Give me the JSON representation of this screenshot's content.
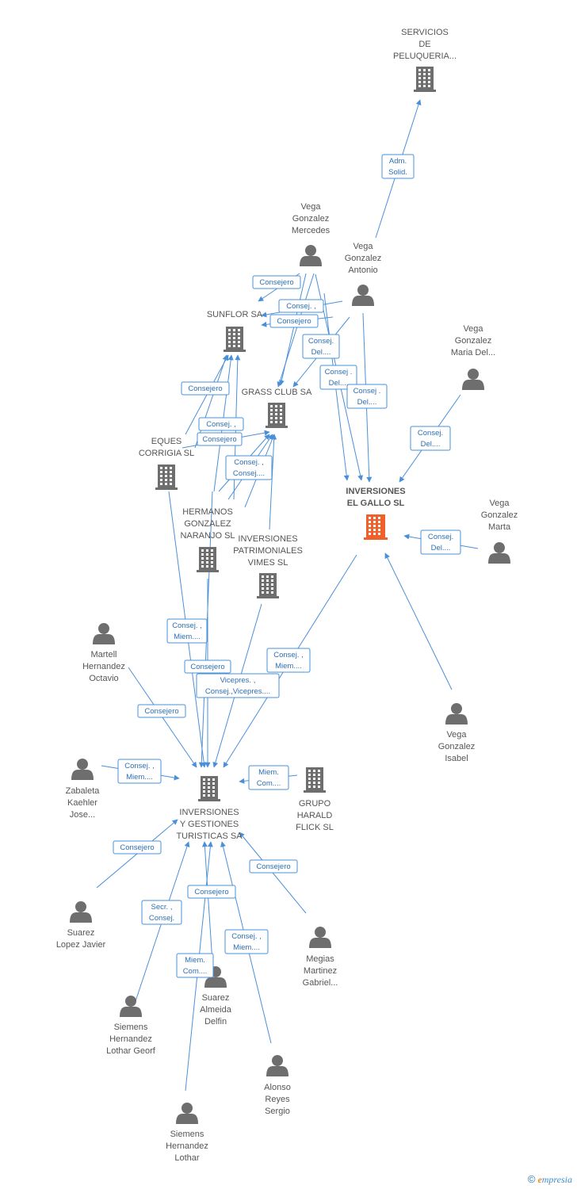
{
  "colors": {
    "building": "#6e6e6e",
    "focus_building": "#f0602a",
    "person": "#6e6e6e",
    "edge": "#4a90d9"
  },
  "nodes": [
    {
      "id": "servicios",
      "type": "company",
      "label": [
        "SERVICIOS",
        "DE",
        "PELUQUERIA..."
      ]
    },
    {
      "id": "vega_mercedes",
      "type": "person",
      "label": [
        "Vega",
        "Gonzalez",
        "Mercedes"
      ]
    },
    {
      "id": "vega_antonio",
      "type": "person",
      "label": [
        "Vega",
        "Gonzalez",
        "Antonio"
      ]
    },
    {
      "id": "sunflor",
      "type": "company",
      "label": [
        "SUNFLOR SA"
      ]
    },
    {
      "id": "vega_maria",
      "type": "person",
      "label": [
        "Vega",
        "Gonzalez",
        "Maria Del..."
      ]
    },
    {
      "id": "grass",
      "type": "company",
      "label": [
        "GRASS CLUB SA"
      ]
    },
    {
      "id": "eques",
      "type": "company",
      "label": [
        "EQUES",
        "CORRIGIA SL"
      ]
    },
    {
      "id": "gallo",
      "type": "focus",
      "label": [
        "INVERSIONES",
        "EL GALLO SL"
      ]
    },
    {
      "id": "vega_marta",
      "type": "person",
      "label": [
        "Vega",
        "Gonzalez",
        "Marta"
      ]
    },
    {
      "id": "hermanos",
      "type": "company",
      "label": [
        "HERMANOS",
        "GONZALEZ",
        "NARANJO  SL"
      ]
    },
    {
      "id": "patrimoniales",
      "type": "company",
      "label": [
        "INVERSIONES",
        "PATRIMONIALES",
        "VIMES SL"
      ]
    },
    {
      "id": "martell",
      "type": "person",
      "label": [
        "Martell",
        "Hernandez",
        "Octavio"
      ]
    },
    {
      "id": "vega_isabel",
      "type": "person",
      "label": [
        "Vega",
        "Gonzalez",
        "Isabel"
      ]
    },
    {
      "id": "zabaleta",
      "type": "person",
      "label": [
        "Zabaleta",
        "Kaehler",
        "Jose..."
      ]
    },
    {
      "id": "turisticas",
      "type": "company",
      "label": [
        "INVERSIONES",
        "Y GESTIONES",
        "TURISTICAS SA"
      ]
    },
    {
      "id": "harald",
      "type": "company",
      "label": [
        "GRUPO",
        "HARALD",
        "FLICK SL"
      ]
    },
    {
      "id": "suarez_javier",
      "type": "person",
      "label": [
        "Suarez",
        "Lopez Javier"
      ]
    },
    {
      "id": "megias",
      "type": "person",
      "label": [
        "Megias",
        "Martinez",
        "Gabriel..."
      ]
    },
    {
      "id": "suarez_delfin",
      "type": "person",
      "label": [
        "Suarez",
        "Almeida",
        "Delfin"
      ]
    },
    {
      "id": "siemens_georf",
      "type": "person",
      "label": [
        "Siemens",
        "Hernandez",
        "Lothar Georf"
      ]
    },
    {
      "id": "alonso",
      "type": "person",
      "label": [
        "Alonso",
        "Reyes",
        "Sergio"
      ]
    },
    {
      "id": "siemens_lothar",
      "type": "person",
      "label": [
        "Siemens",
        "Hernandez",
        "Lothar"
      ]
    }
  ],
  "edges": [
    {
      "label": [
        "Adm.",
        "Solid."
      ]
    },
    {
      "label": [
        "Consejero"
      ]
    },
    {
      "label": [
        "Consej. ,"
      ]
    },
    {
      "label": [
        "Consejero"
      ]
    },
    {
      "label": [
        "Consej.",
        "Del...."
      ]
    },
    {
      "label": [
        "Consej .",
        "Del...."
      ]
    },
    {
      "label": [
        "Consej.",
        "Del...."
      ]
    },
    {
      "label": [
        "Consej .",
        "Del...."
      ]
    },
    {
      "label": [
        "Consej.",
        "Del...."
      ]
    },
    {
      "label": [
        "Consej.",
        "Del...."
      ]
    },
    {
      "label": [
        "Consejero"
      ]
    },
    {
      "label": [
        "Consej. ,"
      ]
    },
    {
      "label": [
        "Consejero"
      ]
    },
    {
      "label": [
        "Consej. ,",
        "Consej...."
      ]
    },
    {
      "label": [
        "Consej. ,",
        "Miem...."
      ]
    },
    {
      "label": [
        "Consejero"
      ]
    },
    {
      "label": [
        "Consej. ,",
        "Miem...."
      ]
    },
    {
      "label": [
        "Vicepres. ,",
        "Consej.,Vicepres...."
      ]
    },
    {
      "label": [
        "Consejero"
      ]
    },
    {
      "label": [
        "Consej. ,",
        "Miem...."
      ]
    },
    {
      "label": [
        "Miem.",
        "Com...."
      ]
    },
    {
      "label": [
        "Consejero"
      ]
    },
    {
      "label": [
        "Consejero"
      ]
    },
    {
      "label": [
        "Secr. ,",
        "Consej."
      ]
    },
    {
      "label": [
        "Consejero"
      ]
    },
    {
      "label": [
        "Consej. ,",
        "Miem...."
      ]
    },
    {
      "label": [
        "Miem.",
        "Com...."
      ]
    }
  ],
  "footer": {
    "copyright": "©",
    "brand_initial": "e",
    "brand_rest": "mpresia"
  }
}
